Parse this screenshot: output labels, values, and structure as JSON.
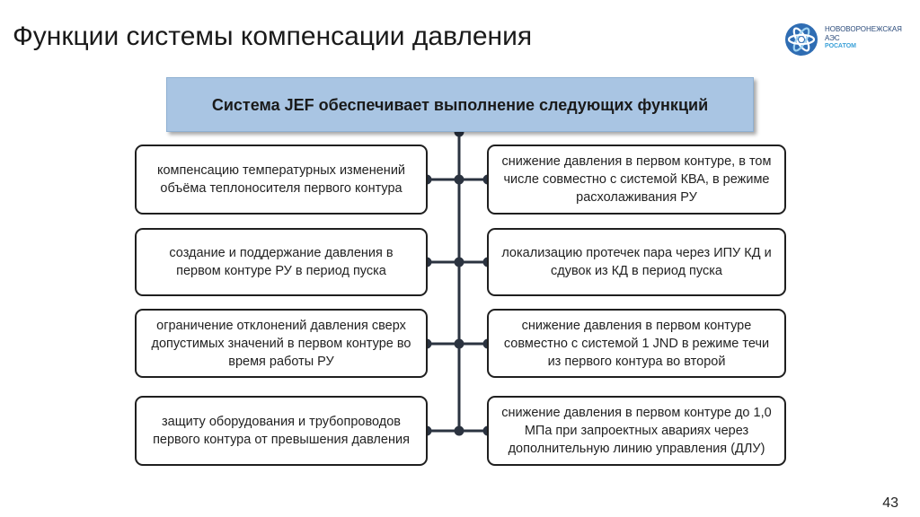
{
  "slide": {
    "title": "Функции системы компенсации давления",
    "page_number": "43"
  },
  "logo": {
    "line1": "НОВОВОРОНЕЖСКАЯ",
    "line2": "АЭС",
    "line3": "РОСАТОМ",
    "icon": "rosatom-atom-icon"
  },
  "diagram": {
    "header": "Система JEF обеспечивает выполнение следующих функций",
    "left": [
      "компенсацию температурных изменений объёма теплоносителя первого контура",
      "создание и поддержание давления в первом контуре РУ в период пуска",
      "ограничение отклонений давления сверх допустимых значений в первом контуре во время работы РУ",
      "защиту оборудования и трубопроводов первого контура от превышения давления"
    ],
    "right": [
      "снижение давления в первом контуре, в том числе совместно с системой КВА, в режиме расхолаживания РУ",
      "локализацию протечек пара через ИПУ КД и сдувок из КД в период пуска",
      "снижение давления в первом контуре совместно с системой 1 JND в режиме течи из первого контура во второй",
      "снижение давления в первом контуре до 1,0 МПа при запроектных авариях через дополнительную линию управления (ДЛУ)"
    ]
  },
  "colors": {
    "header_fill": "#a9c5e3",
    "connector": "#2b3340",
    "box_border": "#1f1f1f"
  }
}
